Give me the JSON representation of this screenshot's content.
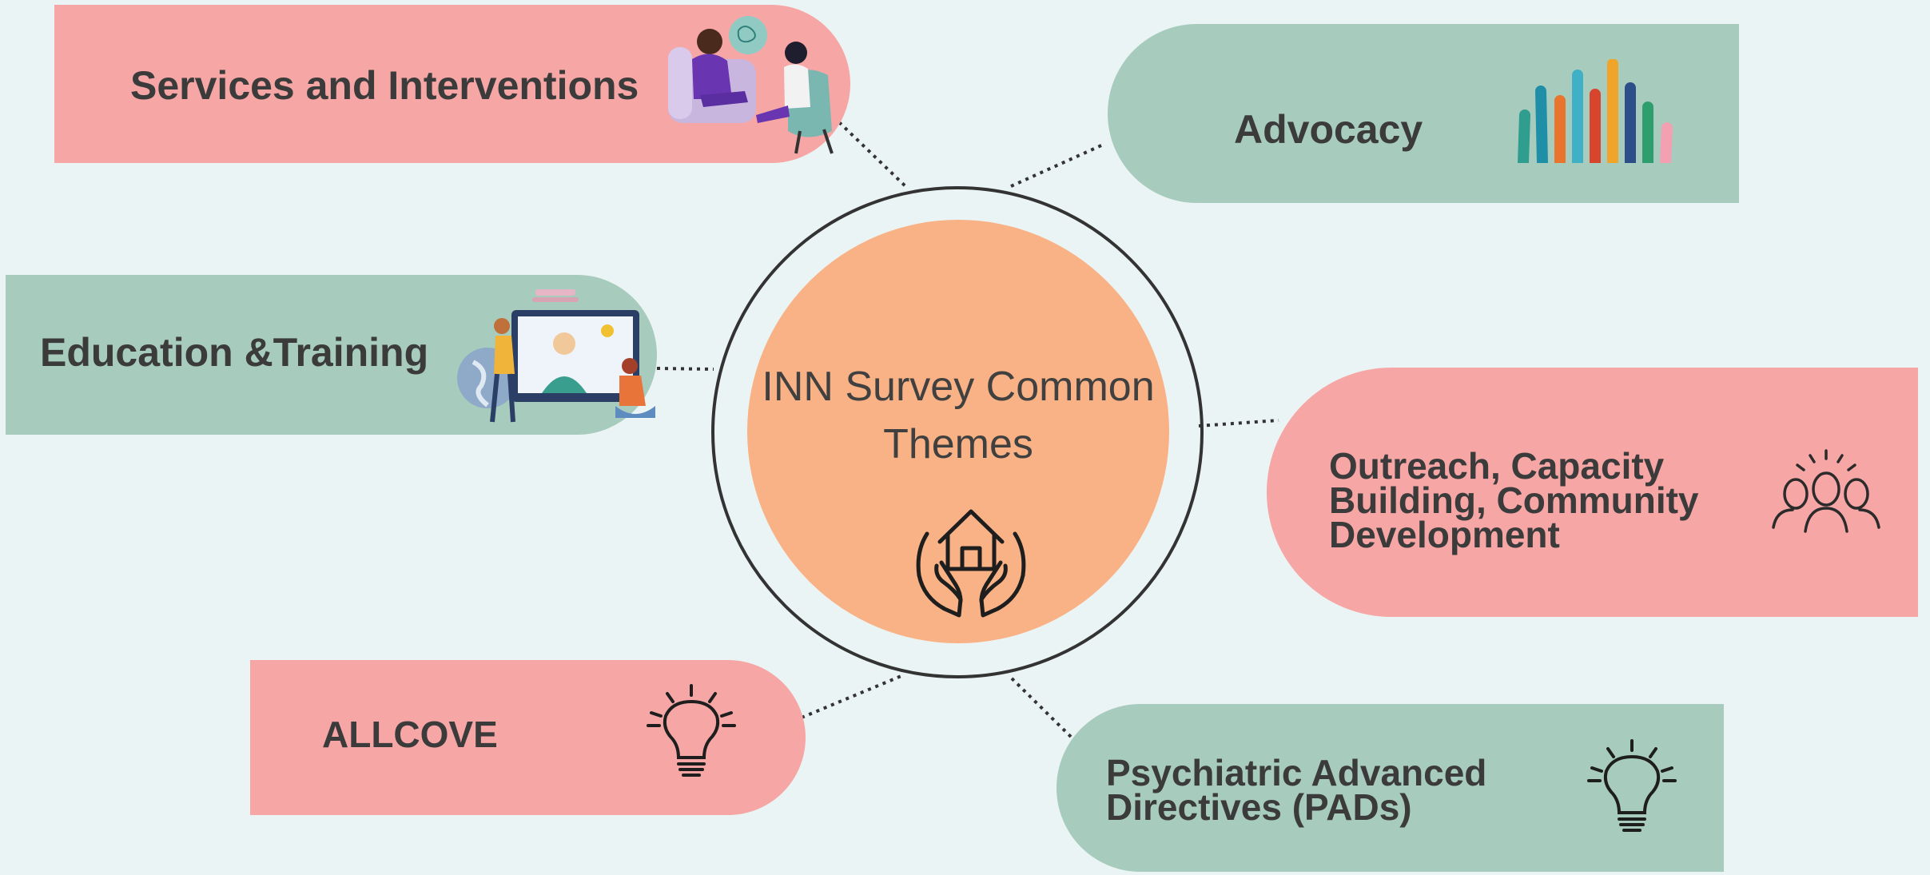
{
  "hub": {
    "title_line1": "INN Survey Common",
    "title_line2": "Themes",
    "icon": "house-in-hands-icon",
    "color": "#f9b285"
  },
  "themes": [
    {
      "label": "Services and Interventions",
      "color": "#f6a6a5",
      "icon": "therapy-session-illustration"
    },
    {
      "label": "Advocacy",
      "color": "#a7cbbd",
      "icon": "raised-hands-illustration"
    },
    {
      "label": "Education &Training",
      "color": "#a7cbbd",
      "icon": "online-training-illustration"
    },
    {
      "label_lines": [
        "Outreach, Capacity",
        "Building, Community",
        "Development"
      ],
      "color": "#f6a6a5",
      "icon": "community-people-icon"
    },
    {
      "label": "ALLCOVE",
      "color": "#f6a6a5",
      "icon": "lightbulb-icon"
    },
    {
      "label_lines": [
        "Psychiatric Advanced",
        "Directives (PADs)"
      ],
      "color": "#a7cbbd",
      "icon": "lightbulb-icon"
    }
  ],
  "colors": {
    "pink": "#f6a6a5",
    "green": "#a7cbbd",
    "text": "#3b3b3b",
    "background": "#ebf4f4"
  }
}
